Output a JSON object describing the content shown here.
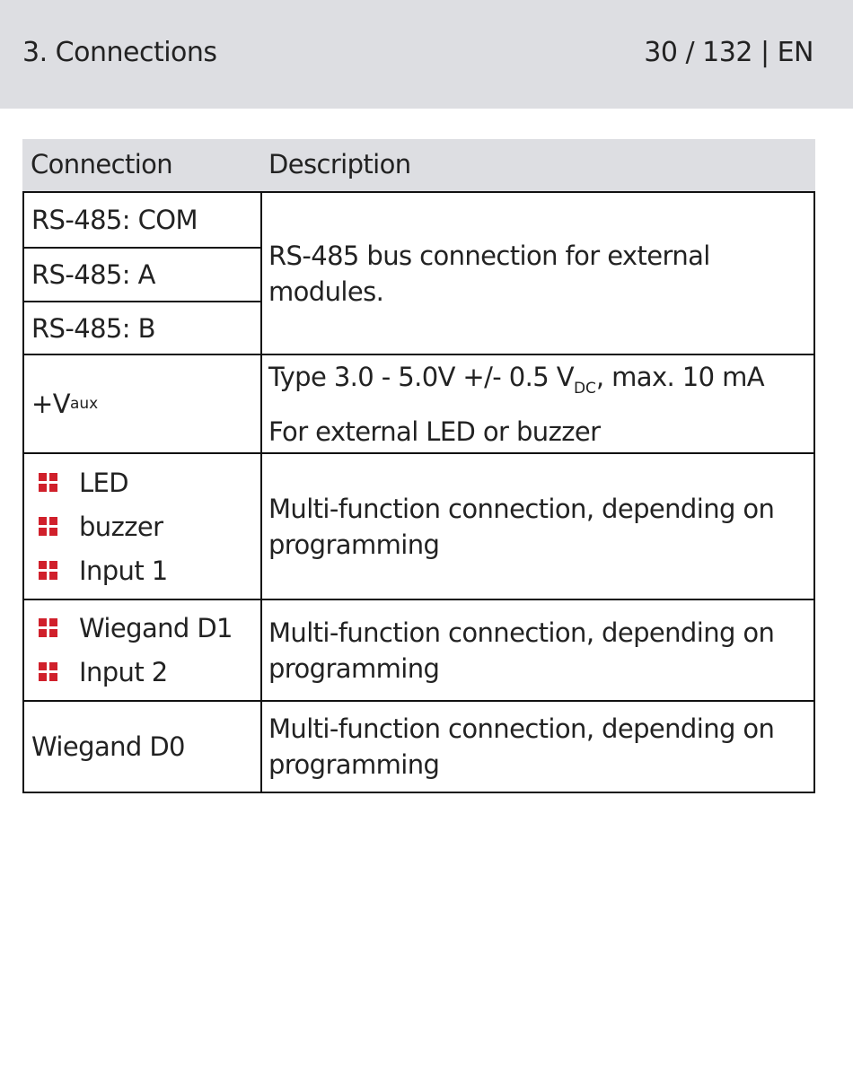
{
  "header": {
    "section": "3. Connections",
    "page_info": "30 / 132 | EN"
  },
  "table": {
    "col_connection": "Connection",
    "col_description": "Description",
    "rs485": {
      "com": "RS-485: COM",
      "a": "RS-485: A",
      "b": "RS-485: B",
      "description_line1": "RS-485 bus connection for external",
      "description_line2": "modules."
    },
    "vaux": {
      "label": "+V",
      "label_sub": "aux",
      "desc_line1_a": "Type 3.0 - 5.0V +/- 0.5 V",
      "desc_line1_sub": "DC",
      "desc_line1_b": ", max. 10 mA",
      "desc_line2": "For external LED or buzzer"
    },
    "multi1": {
      "items": [
        "LED",
        "buzzer",
        "Input 1"
      ],
      "desc_line1": "Multi-function connection, depending on",
      "desc_line2": "programming"
    },
    "multi2": {
      "items": [
        "Wiegand D1",
        "Input 2"
      ],
      "desc_line1": "Multi-function connection, depending on",
      "desc_line2": "programming"
    },
    "d0": {
      "label": "Wiegand D0",
      "desc_line1": "Multi-function connection, depending on",
      "desc_line2": "programming"
    }
  },
  "colors": {
    "header_bg": "#dddee2",
    "bullet_red": "#d0202b",
    "border": "#111111"
  },
  "icons": {
    "bullet": "red-square-grid-bullet-icon"
  }
}
